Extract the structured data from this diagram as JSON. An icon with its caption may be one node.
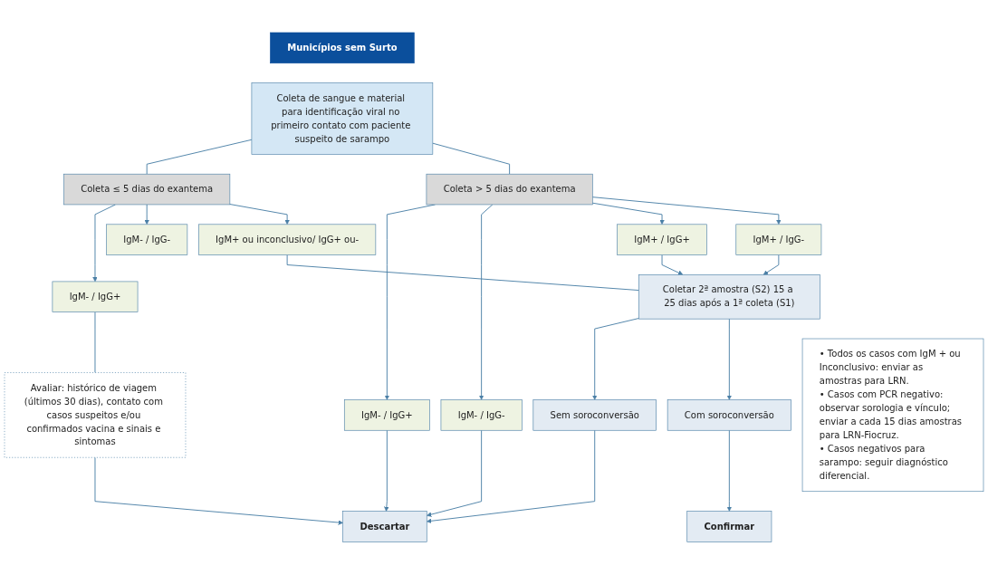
{
  "diagram": {
    "nodes": [
      {
        "text": [
          "Municípios sem Surto"
        ]
      },
      {
        "text": [
          "Coleta de sangue e material para identificação viral no primeiro contato com paciente suspeito de sarampo"
        ]
      },
      {
        "text": [
          "Coleta ≤ 5 dias do exantema"
        ]
      },
      {
        "text": [
          "Coleta > 5 dias do exantema"
        ]
      },
      {
        "text": [
          "IgM- / IgG+"
        ]
      },
      {
        "text": [
          "IgM- / IgG-"
        ]
      },
      {
        "text": [
          "IgM+ ou inconclusivo/ IgG+ ou-"
        ]
      },
      {
        "text": [
          "IgM- / IgG+"
        ]
      },
      {
        "text": [
          "IgM- / IgG-"
        ]
      },
      {
        "text": [
          "IgM+ / IgG+"
        ]
      },
      {
        "text": [
          "IgM+ / IgG-"
        ]
      },
      {
        "text": [
          "Avaliar: histórico de viagem (últimos 30 dias), contato com casos suspeitos e/ou confirmados vacina e sinais e sintomas"
        ]
      },
      {
        "text": [
          "Coletar 2ª amostra (S2) 15 a 25 dias após a 1ª coleta (S1)"
        ]
      },
      {
        "text": [
          "Sem soroconversão"
        ]
      },
      {
        "text": [
          "Com soroconversão"
        ]
      },
      {
        "text": [
          "Descartar"
        ]
      },
      {
        "text": [
          "Confirmar"
        ]
      },
      {
        "text": [
          "• Todos os casos com IgM + ou Inconclusivo: enviar as amostras para LRN.",
          "• Casos com PCR negativo: observar sorologia e vínculo; enviar a cada 15 dias amostras para LRN-Fiocruz.",
          "• Casos negativos para sarampo: seguir diagnóstico diferencial."
        ]
      }
    ],
    "edges": [
      {
        "from": 1,
        "to": 2,
        "arrow": "none"
      },
      {
        "from": 1,
        "to": 3,
        "arrow": "none"
      },
      {
        "from": 2,
        "to": 4,
        "arrow": "to"
      },
      {
        "from": 2,
        "to": 5,
        "arrow": "to"
      },
      {
        "from": 2,
        "to": 6,
        "arrow": "to"
      },
      {
        "from": 3,
        "to": 7,
        "arrow": "to"
      },
      {
        "from": 3,
        "to": 8,
        "arrow": "to"
      },
      {
        "from": 3,
        "to": 9,
        "arrow": "to"
      },
      {
        "from": 3,
        "to": 10,
        "arrow": "to"
      },
      {
        "from": 4,
        "to": 11,
        "arrow": "none"
      },
      {
        "from": 6,
        "to": 12,
        "arrow": "none"
      },
      {
        "from": 9,
        "to": 12,
        "arrow": "to"
      },
      {
        "from": 10,
        "to": 12,
        "arrow": "to"
      },
      {
        "from": 12,
        "to": 13,
        "arrow": "to"
      },
      {
        "from": 12,
        "to": 14,
        "arrow": "to"
      },
      {
        "from": 13,
        "to": 15,
        "arrow": "to"
      },
      {
        "from": 14,
        "to": 16,
        "arrow": "to"
      },
      {
        "from": 11,
        "to": 15,
        "arrow": "to"
      },
      {
        "from": 7,
        "to": 15,
        "arrow": "to"
      },
      {
        "from": 8,
        "to": 15,
        "arrow": "to"
      }
    ]
  }
}
